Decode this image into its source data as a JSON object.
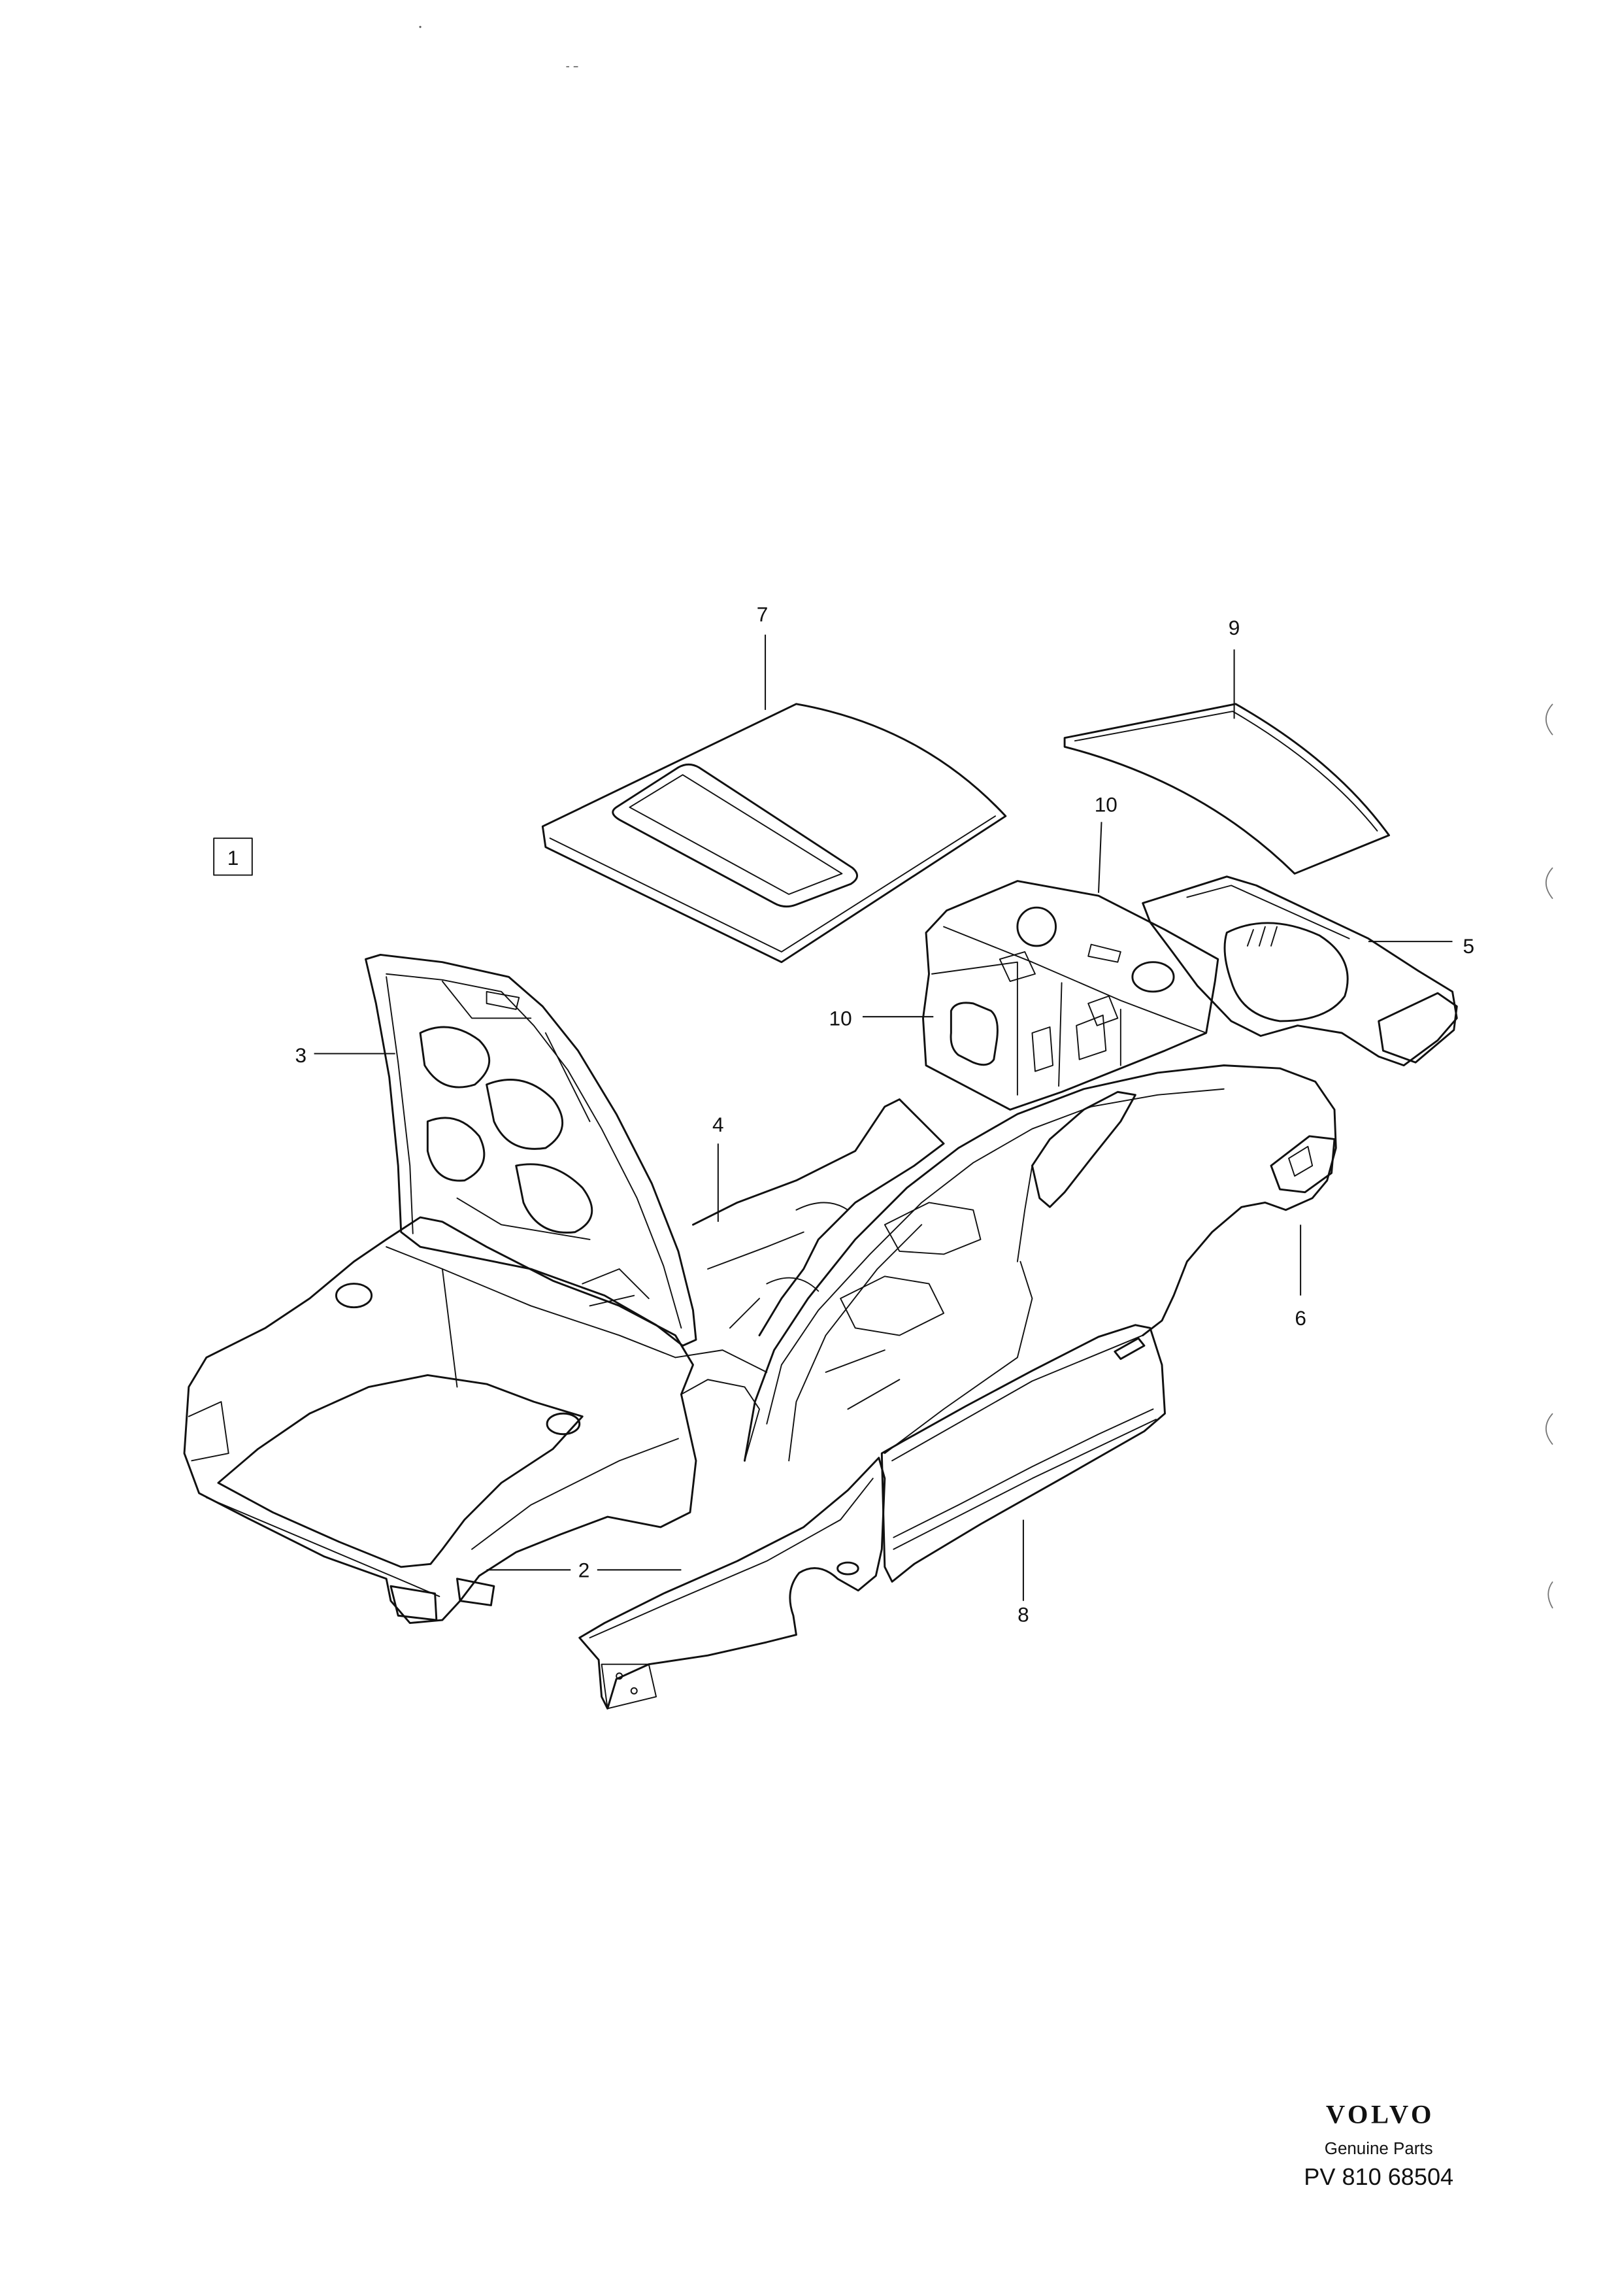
{
  "diagram": {
    "section_box": "1",
    "callouts": [
      "7",
      "9",
      "10",
      "10",
      "5",
      "3",
      "4",
      "6",
      "2",
      "8"
    ]
  },
  "footer": {
    "brand": "VOLVO",
    "subtitle": "Genuine Parts",
    "part_number": "PV 810 68504"
  }
}
